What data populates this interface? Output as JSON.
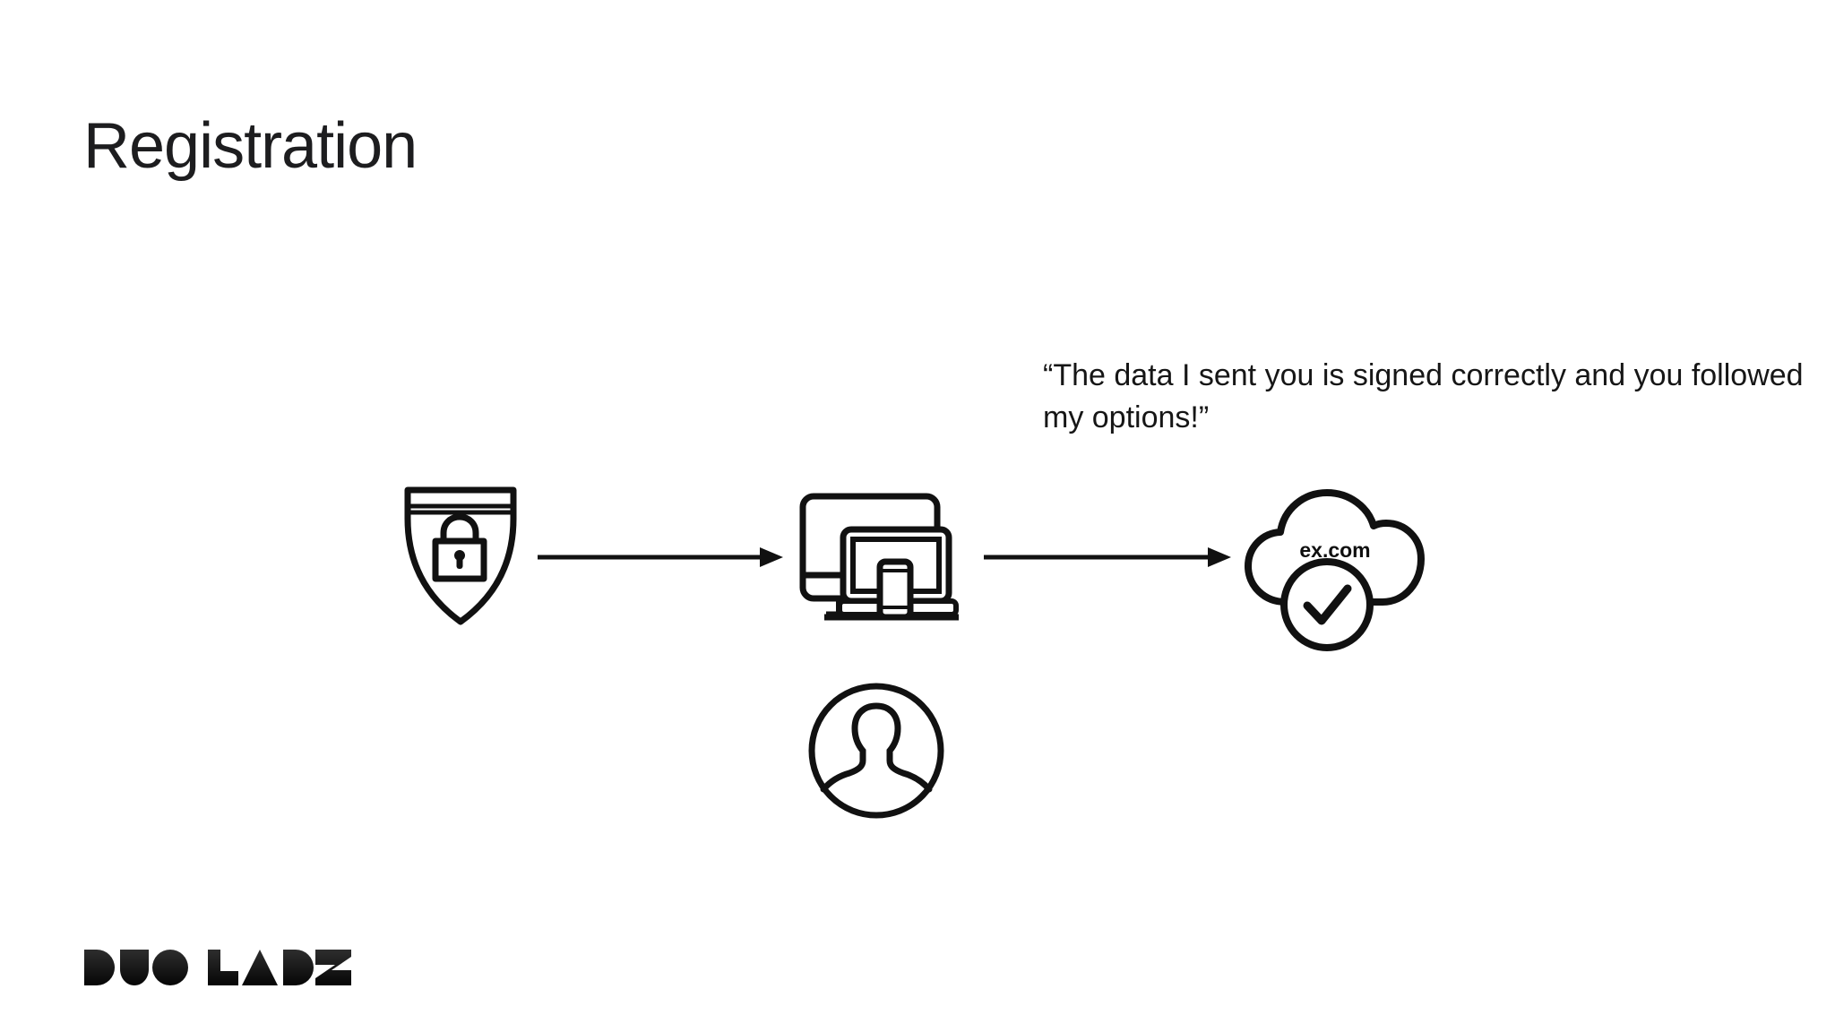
{
  "slide": {
    "title": "Registration",
    "quote": "“The data I sent you is signed correctly and you followed my options!”",
    "colors": {
      "background": "#ffffff",
      "ink": "#111111"
    },
    "diagram": {
      "flow": [
        "authenticator",
        "client-devices",
        "relying-party-cloud"
      ],
      "cloud_label": "ex.com",
      "icons": [
        {
          "name": "shield-lock-icon",
          "meaning": "authenticator / security key"
        },
        {
          "name": "devices-icon",
          "meaning": "client platform (desktop, laptop, phone)"
        },
        {
          "name": "cloud-check-icon",
          "meaning": "relying party server verifies signature"
        },
        {
          "name": "user-icon",
          "meaning": "user"
        }
      ],
      "arrows": [
        {
          "from": "authenticator",
          "to": "client-devices",
          "direction": "right"
        },
        {
          "from": "client-devices",
          "to": "relying-party-cloud",
          "direction": "right"
        }
      ]
    },
    "footer": {
      "logo_text": "DUO LABS"
    }
  }
}
